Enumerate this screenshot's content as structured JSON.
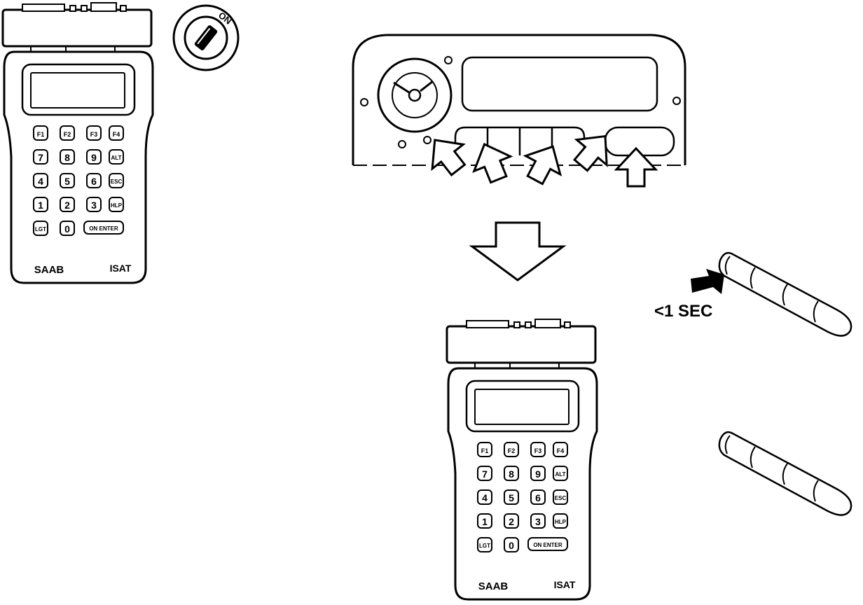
{
  "key_switch": {
    "on_label": "ON"
  },
  "scan_tool": {
    "brand": "SAAB",
    "model": "ISAT",
    "function_keys": [
      "F1",
      "F2",
      "F3",
      "F4"
    ],
    "keypad_rows": [
      [
        "7",
        "8",
        "9",
        "ALT"
      ],
      [
        "4",
        "5",
        "6",
        "ESC"
      ],
      [
        "1",
        "2",
        "3",
        "HLP"
      ]
    ],
    "bottom_row": [
      "LGT",
      "0",
      "ON ENTER"
    ]
  },
  "stalk_button": {
    "press_duration": "<1 SEC"
  },
  "colors": {
    "ink": "#000000",
    "paper": "#ffffff"
  }
}
